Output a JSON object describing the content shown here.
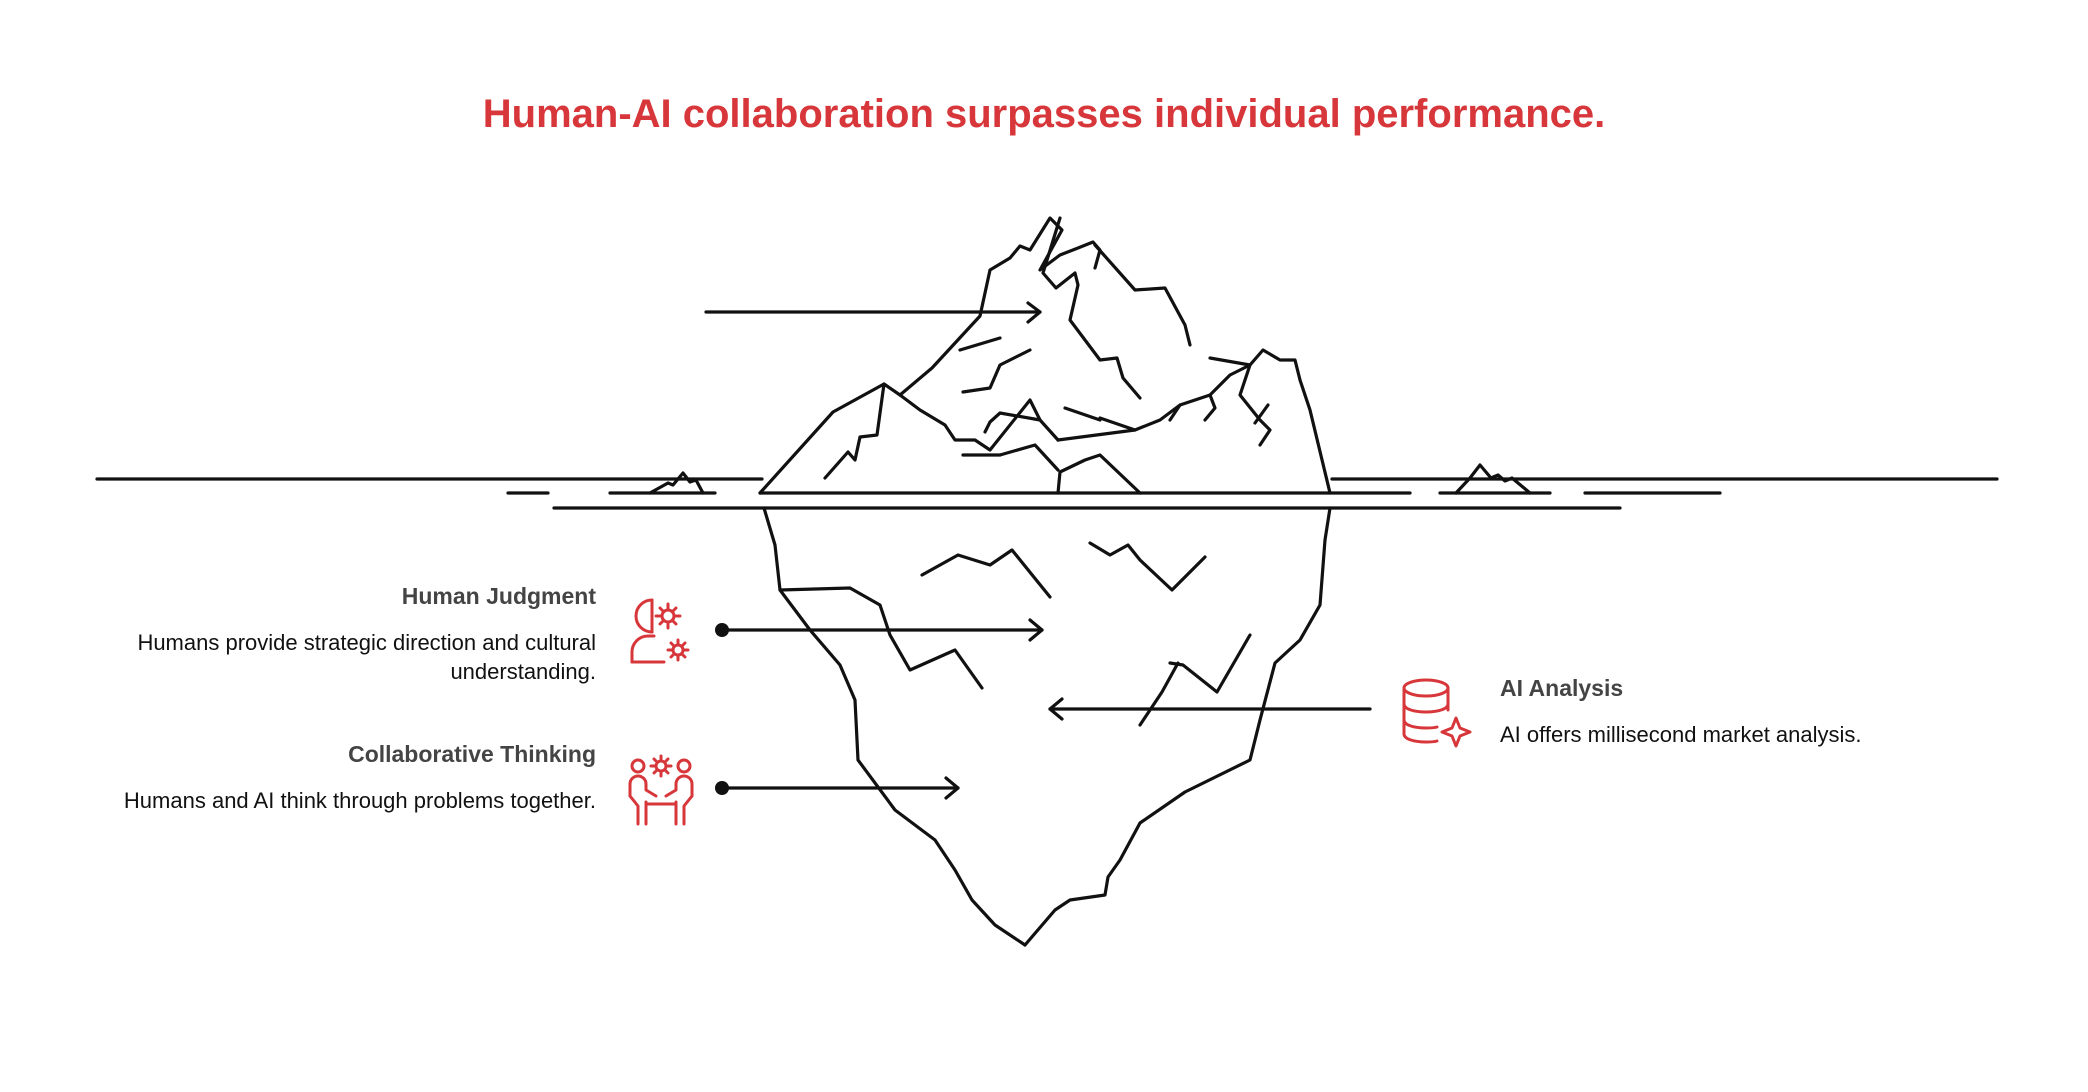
{
  "title": "Human-AI collaboration surpasses individual performance.",
  "accent_color": "#d7373a",
  "items": [
    {
      "heading": "Human Judgment",
      "description": "Humans provide strategic direction and cultural understanding.",
      "icon": "person-gear-icon"
    },
    {
      "heading": "Collaborative Thinking",
      "description": "Humans and AI think through problems together.",
      "icon": "people-collaboration-icon"
    },
    {
      "heading": "AI Analysis",
      "description": "AI offers millisecond market analysis.",
      "icon": "database-sparkle-icon"
    }
  ]
}
